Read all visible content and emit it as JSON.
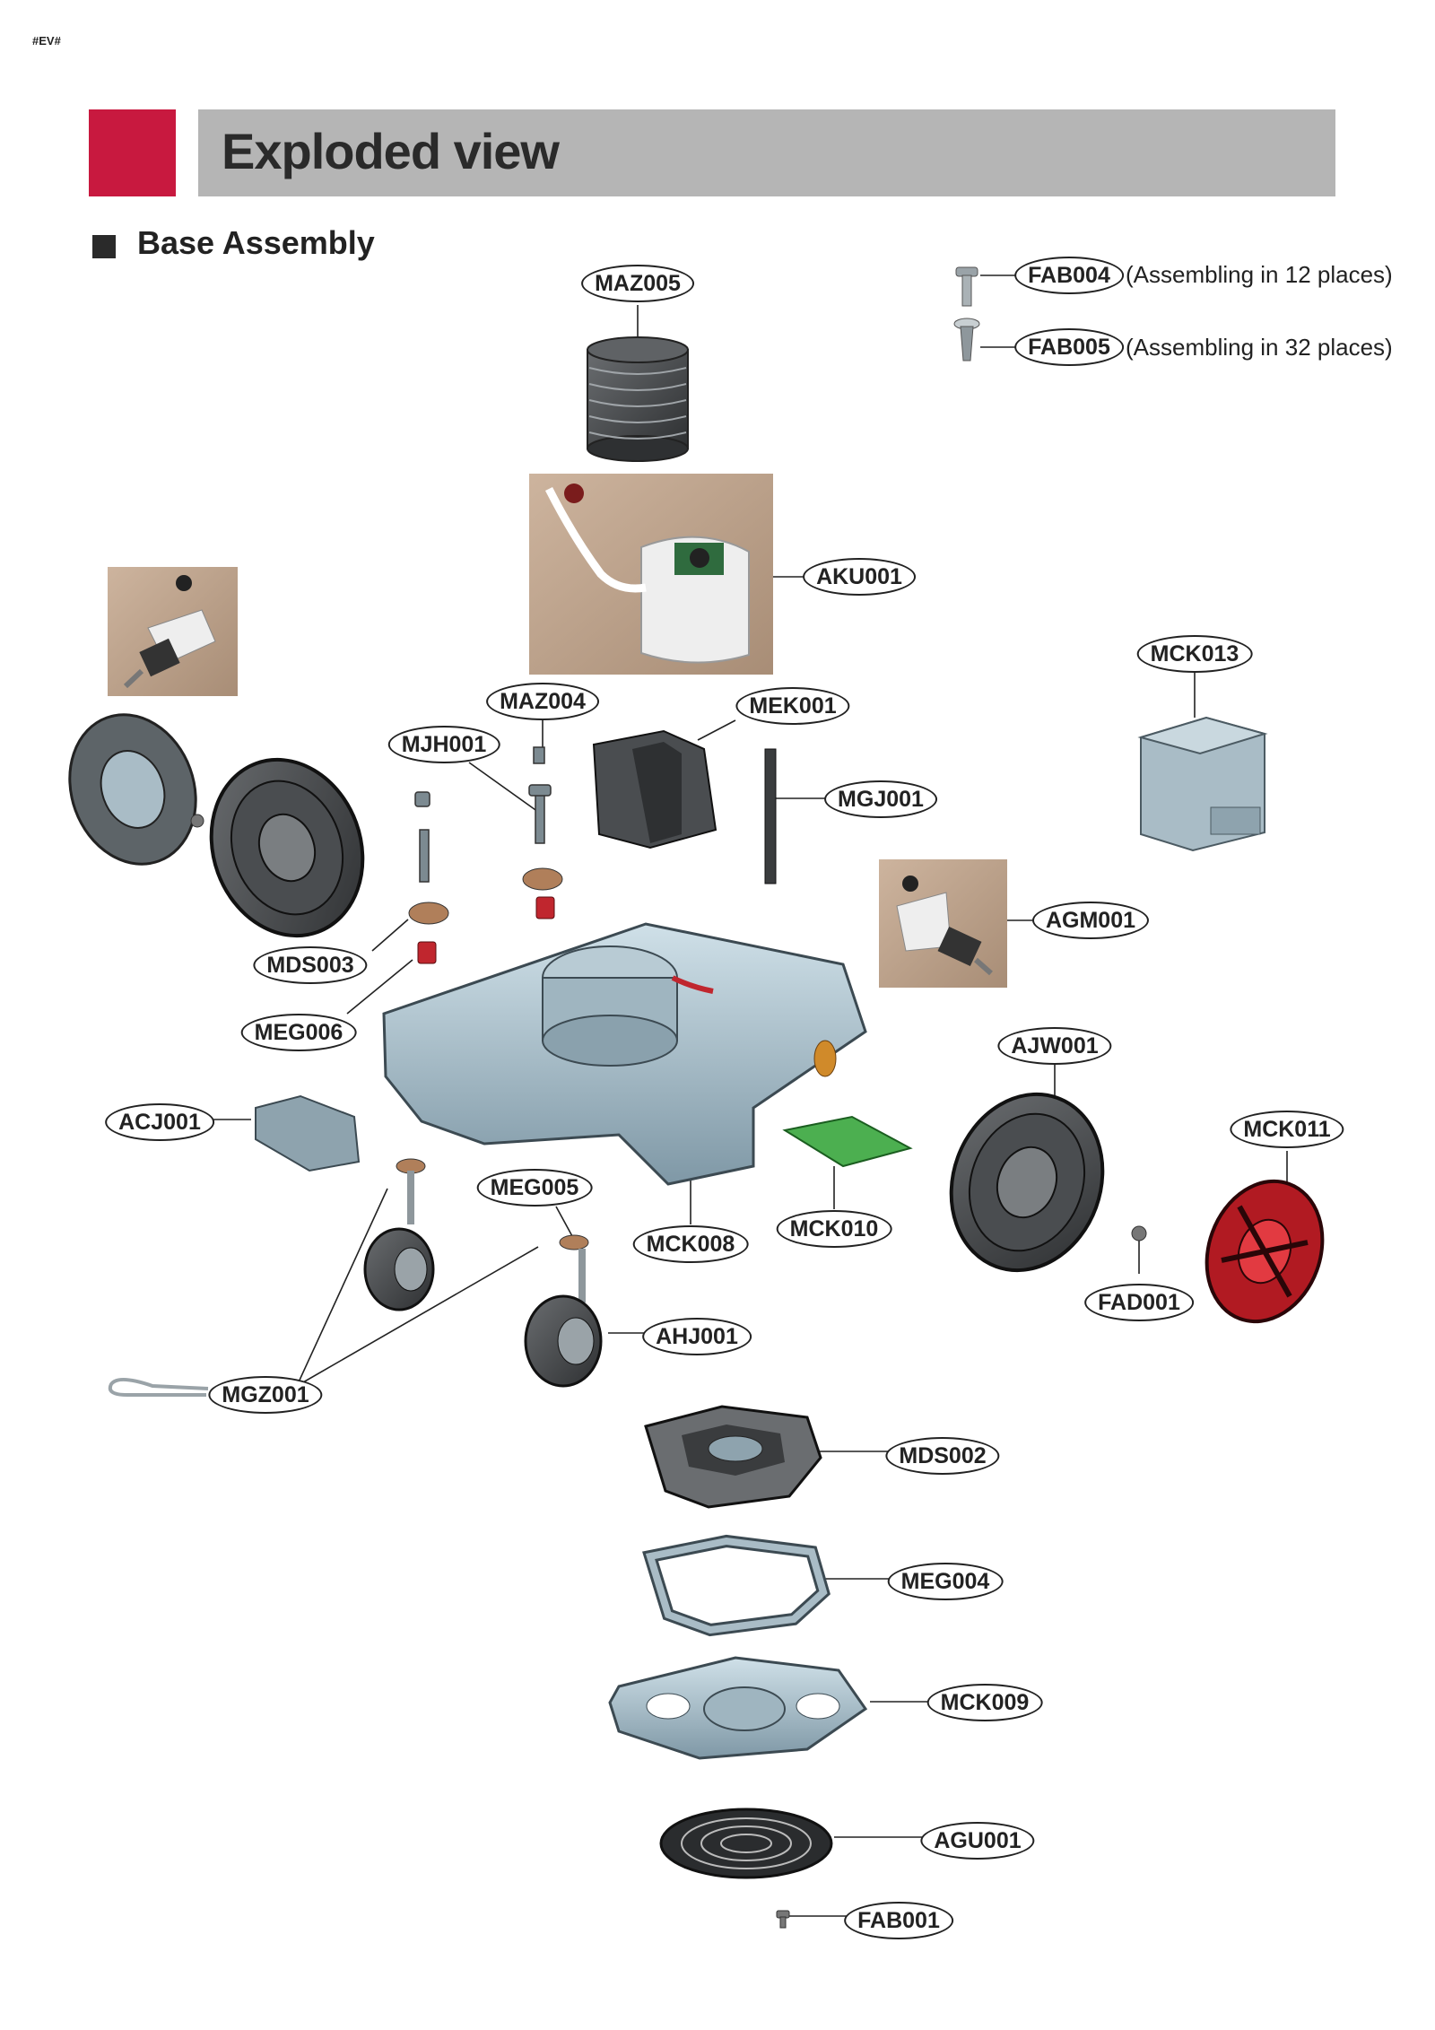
{
  "document": {
    "tag": "#EV#",
    "title": "Exploded view",
    "section_title": "Base Assembly",
    "accent_color": "#c8193f",
    "title_bar_color": "#b5b5b5"
  },
  "part_labels": [
    {
      "code": "MAZ005"
    },
    {
      "code": "FAB004",
      "note": "(Assembling in 12 places)"
    },
    {
      "code": "FAB005",
      "note": "(Assembling in 32 places)"
    },
    {
      "code": "AKU001"
    },
    {
      "code": "MCK013"
    },
    {
      "code": "MAZ004"
    },
    {
      "code": "MEK001"
    },
    {
      "code": "MJH001"
    },
    {
      "code": "MGJ001"
    },
    {
      "code": "AGM001"
    },
    {
      "code": "MDS003"
    },
    {
      "code": "MEG006"
    },
    {
      "code": "AJW001"
    },
    {
      "code": "MCK011"
    },
    {
      "code": "ACJ001"
    },
    {
      "code": "MEG005"
    },
    {
      "code": "MCK008"
    },
    {
      "code": "MCK010"
    },
    {
      "code": "FAD001"
    },
    {
      "code": "AHJ001"
    },
    {
      "code": "MGZ001"
    },
    {
      "code": "MDS002"
    },
    {
      "code": "MEG004"
    },
    {
      "code": "MCK009"
    },
    {
      "code": "AGU001"
    },
    {
      "code": "FAB001"
    }
  ]
}
